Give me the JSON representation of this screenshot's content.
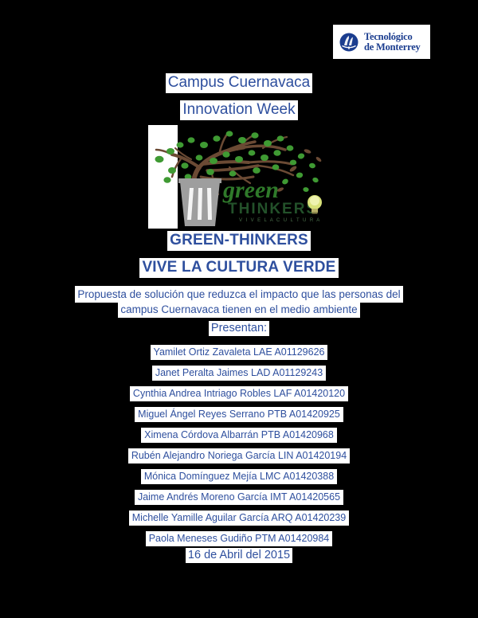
{
  "document": {
    "background_color": "#000000",
    "text_color": "#2e4f9e",
    "highlight_color": "#ffffff"
  },
  "logo": {
    "line1": "Tecnológico",
    "line2": "de Monterrey",
    "emblem_color": "#1b3d8f"
  },
  "header": {
    "campus": "Campus Cuernavaca",
    "event": "Innovation Week"
  },
  "illustration": {
    "caption_script": "green",
    "caption_block": "THINKERS",
    "elements": [
      "tree",
      "trash-bin",
      "leaves",
      "lightbulb"
    ],
    "colors": {
      "branch": "#6b4a34",
      "leaf": "#3f9a33",
      "bin": "#9e9e9e",
      "bin_stripe": "#f2f2f2",
      "bulb": "#d9e27a"
    }
  },
  "titles": {
    "project": "GREEN-THINKERS",
    "slogan": "VIVE LA CULTURA VERDE"
  },
  "description": {
    "line1": "Propuesta de solución que reduzca el impacto que las personas del",
    "line2": "campus Cuernavaca tienen en el medio ambiente"
  },
  "presenters": {
    "heading": "Presentan:",
    "list": [
      "Yamilet Ortiz Zavaleta   LAE   A01129626",
      "Janet Peralta Jaimes      LAD   A01129243",
      "Cynthia Andrea Intriago Robles LAF A01420120",
      "Miguel Ángel Reyes Serrano PTB A01420925",
      "Ximena Córdova Albarrán PTB A01420968",
      "Rubén Alejandro Noriega García LIN A01420194",
      "Mónica Domínguez Mejía LMC A01420388",
      "Jaime Andrés Moreno García IMT A01420565",
      "Michelle Yamille Aguilar García ARQ A01420239",
      "Paola Meneses Gudiño PTM A01420984"
    ]
  },
  "date": "16 de Abril del 2015"
}
